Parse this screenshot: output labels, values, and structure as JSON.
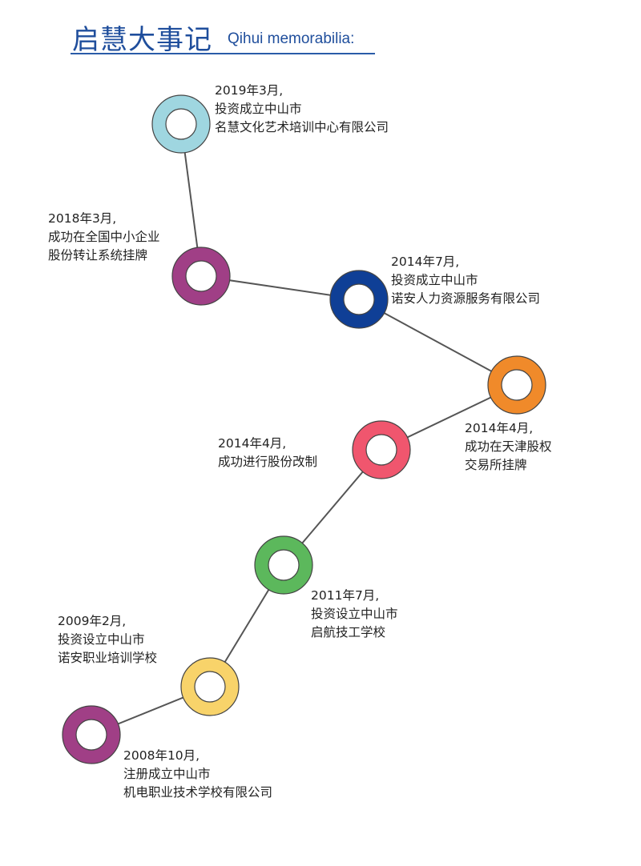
{
  "header": {
    "title_cn": "启慧大事记",
    "title_en": "Qihui memorabilia:"
  },
  "colors": {
    "title": "#1f4e9c",
    "line": "#555555"
  },
  "events": [
    {
      "date": "2019年3月,",
      "lines": [
        "投资成立中山市",
        "名慧文化艺术培训中心有限公司"
      ],
      "color": "#9fd6e0"
    },
    {
      "date": "2018年3月,",
      "lines": [
        "成功在全国中小企业",
        "股份转让系统挂牌"
      ],
      "color": "#a03f86"
    },
    {
      "date": "2014年7月,",
      "lines": [
        "投资成立中山市",
        "诺安人力资源服务有限公司"
      ],
      "color": "#0f3f96"
    },
    {
      "date": "2014年4月,",
      "lines": [
        "成功在天津股权",
        "交易所挂牌"
      ],
      "color": "#f08a2a"
    },
    {
      "date": "2014年4月,",
      "lines": [
        "成功进行股份改制"
      ],
      "color": "#f0566e"
    },
    {
      "date": "2011年7月,",
      "lines": [
        "投资设立中山市",
        "启航技工学校"
      ],
      "color": "#5cb85c"
    },
    {
      "date": "2009年2月,",
      "lines": [
        "投资设立中山市",
        "诺安职业培训学校"
      ],
      "color": "#f8d36a"
    },
    {
      "date": "2008年10月,",
      "lines": [
        "注册成立中山市",
        "机电职业技术学校有限公司"
      ],
      "color": "#a03f86"
    }
  ]
}
